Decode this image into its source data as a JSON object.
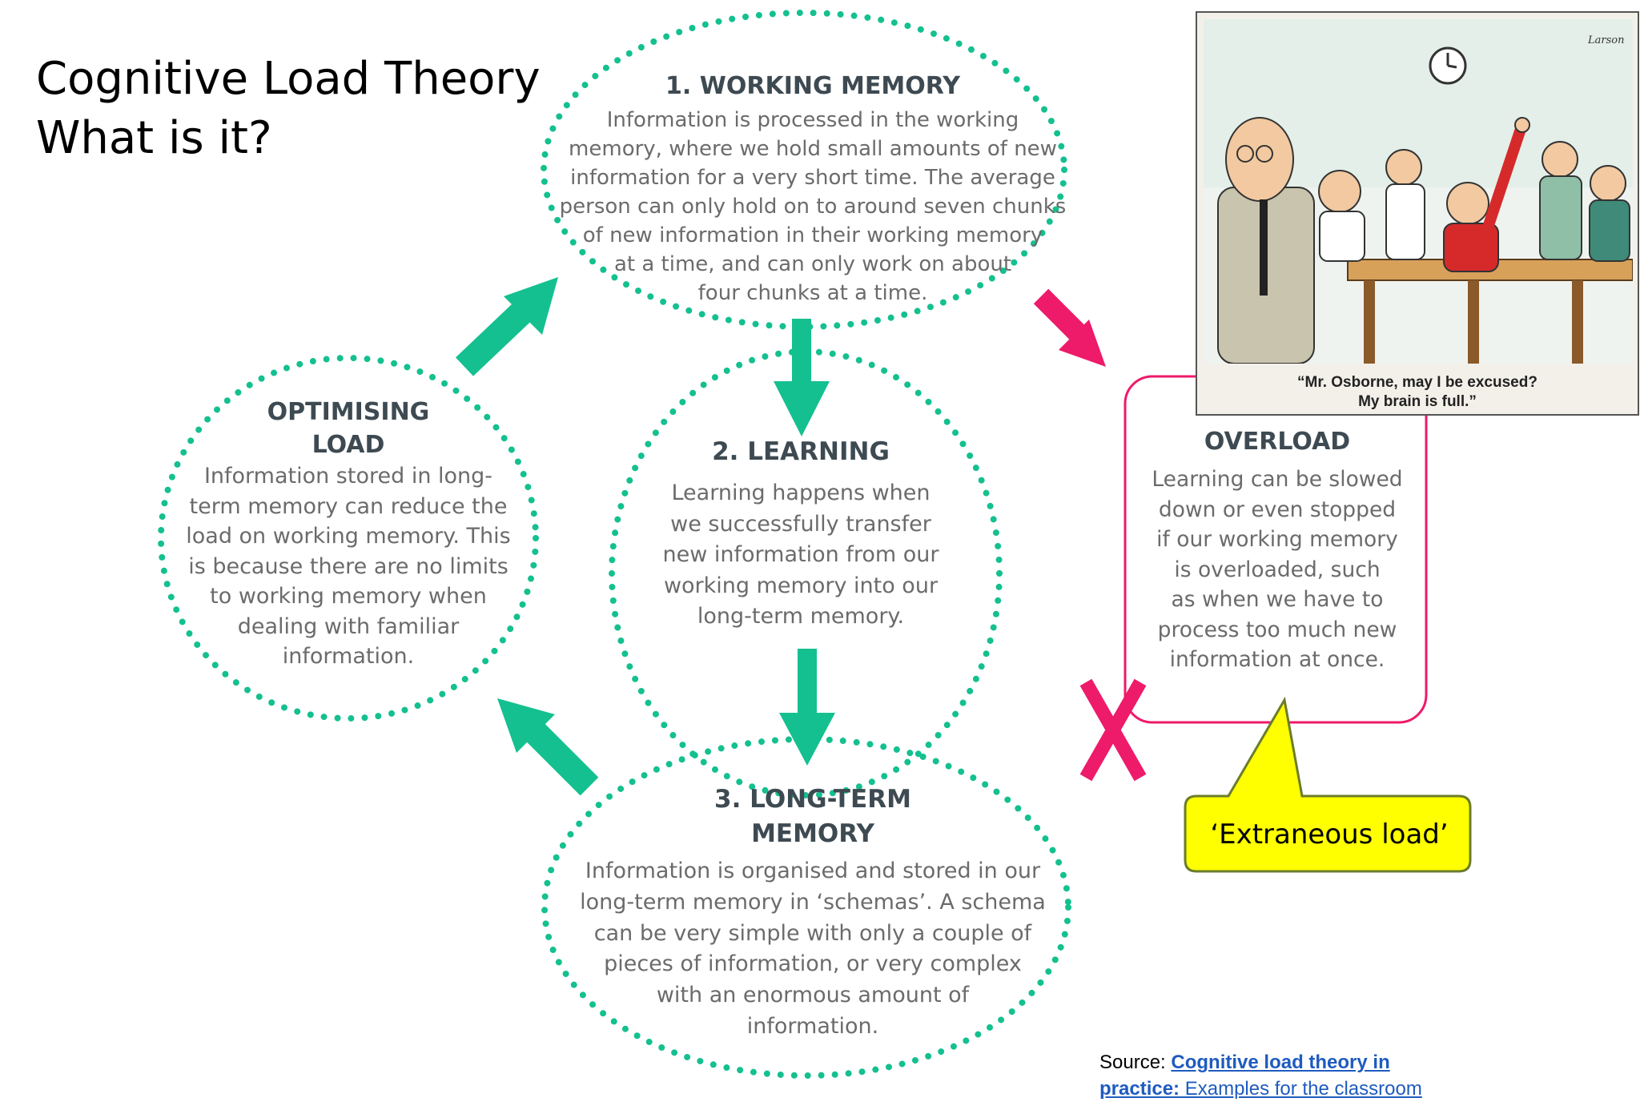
{
  "title": {
    "line1": "Cognitive Load Theory",
    "line2": "What is it?"
  },
  "nodes": {
    "working_memory": {
      "heading": "1. WORKING MEMORY",
      "lines": [
        "Information is processed in the working",
        "memory, where we hold small amounts of new",
        "information for a very short time. The average",
        "person can only hold on to around seven chunks",
        "of new information in their working memory",
        "at a time, and can only work on about",
        "four chunks at a time."
      ]
    },
    "optimising": {
      "heading_line1": "OPTIMISING",
      "heading_line2": "LOAD",
      "lines": [
        "Information stored in long-",
        "term memory can reduce the",
        "load on working memory. This",
        "is because there are no limits",
        "to working memory when",
        "dealing with familiar",
        "information."
      ]
    },
    "learning": {
      "heading": "2. LEARNING",
      "lines": [
        "Learning happens when",
        "we successfully transfer",
        "new information from our",
        "working memory into our",
        "long-term memory."
      ]
    },
    "long_term": {
      "heading_line1": "3. LONG-TERM",
      "heading_line2": "MEMORY",
      "lines": [
        "Information is organised and stored in our",
        "long-term memory in ‘schemas’. A schema",
        "can be very simple with only a couple of",
        "pieces of information, or very complex",
        "with an enormous amount of",
        "information."
      ]
    },
    "overload": {
      "heading": "OVERLOAD",
      "lines": [
        "Learning can be slowed",
        "down or even stopped",
        "if our working memory",
        "is overloaded, such",
        "as when we have to",
        "process too much new",
        "information at once."
      ]
    }
  },
  "cartoon": {
    "signature": "Larson",
    "caption_line1": "“Mr. Osborne, may I be excused?",
    "caption_line2": "My brain is full.”"
  },
  "callout": {
    "text": "‘Extraneous load’"
  },
  "source": {
    "prefix": "Source: ",
    "link_bold_part1": "Cognitive load theory in",
    "link_bold_part2": "practice:",
    "link_rest": " Examples for the classroom"
  },
  "colors": {
    "teal": "#14c08f",
    "pink": "#ee1a6a",
    "callout_fill": "#ffff00",
    "callout_border": "#6b7d2a",
    "link": "#1f5bbf"
  }
}
